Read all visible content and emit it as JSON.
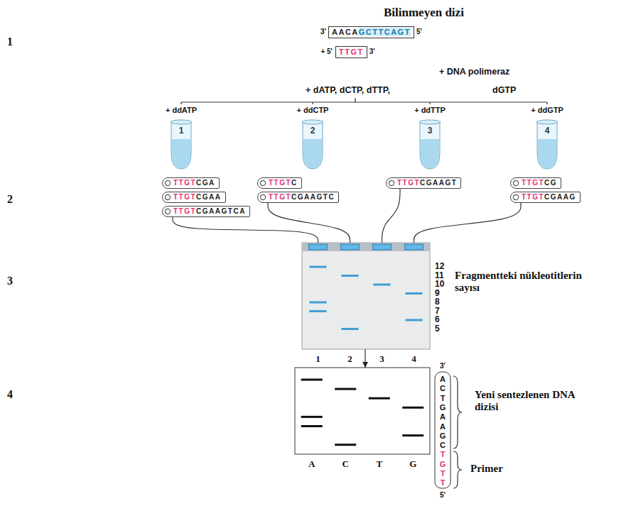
{
  "diagram": {
    "nodes": [
      {
        "text": [
          "AACA",
          "GCTTCAGT"
        ]
      },
      {
        "text": [
          "TTGT"
        ]
      },
      {
        "text": [
          "+ ddATP",
          "1"
        ]
      },
      {
        "text": [
          "+ ddCTP",
          "2"
        ]
      },
      {
        "text": [
          "+ ddTTP",
          "3"
        ]
      },
      {
        "text": [
          "+ ddGTP",
          "4"
        ]
      },
      {
        "text": [
          "TTGT",
          "CGA"
        ]
      },
      {
        "text": [
          "TTGT",
          "CGAA"
        ]
      },
      {
        "text": [
          "TTGT",
          "CGAAGTCA"
        ]
      },
      {
        "text": [
          "TTGT",
          "C"
        ]
      },
      {
        "text": [
          "TTGT",
          "CGAAGTC"
        ]
      },
      {
        "text": [
          "TTGT",
          "CGAAGT"
        ]
      },
      {
        "text": [
          "TTGT",
          "CG"
        ]
      },
      {
        "text": [
          "TTGT",
          "CGAAG"
        ]
      },
      {
        "text": [
          "1",
          "2",
          "3",
          "4"
        ]
      },
      {
        "text": [
          "A",
          "C",
          "T",
          "G"
        ]
      }
    ],
    "edges": [
      {
        "from": 8,
        "to": 14,
        "arrow": "none"
      },
      {
        "from": 10,
        "to": 14,
        "arrow": "none"
      },
      {
        "from": 11,
        "to": 14,
        "arrow": "none"
      },
      {
        "from": 13,
        "to": 14,
        "arrow": "none"
      },
      {
        "from": 14,
        "to": 15,
        "arrow": "to"
      }
    ],
    "labels": [
      "Bilinmeyen dizi",
      "1",
      "3'",
      "5'",
      "+ 5'",
      "3'",
      "+ DNA polimeraz",
      "+ dATP, dCTP, dTTP,",
      "dGTP",
      "2",
      "3",
      "12",
      "11",
      "10",
      "9",
      "8",
      "7",
      "6",
      "5",
      "Fragmentteki nükleotitlerin sayısı",
      "4",
      "3'",
      "A",
      "C",
      "T",
      "G",
      "A",
      "A",
      "G",
      "C",
      "T",
      "G",
      "T",
      "T",
      "5'",
      "Yeni sentezlenen DNA dizisi",
      "Primer"
    ]
  }
}
